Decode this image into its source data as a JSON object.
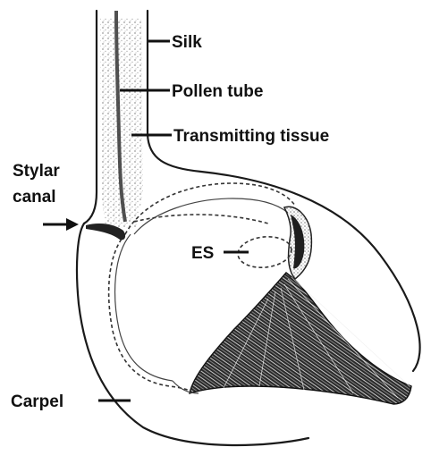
{
  "figure": {
    "labels": {
      "silk": "Silk",
      "pollen_tube": "Pollen tube",
      "transmitting_tissue": "Transmitting tissue",
      "stylar_canal_line1": "Stylar",
      "stylar_canal_line2": "canal",
      "es": "ES",
      "carpel": "Carpel"
    },
    "colors": {
      "ink": "#1a1a1a",
      "stipple": "#9a9a9a",
      "background": "#ffffff"
    }
  }
}
